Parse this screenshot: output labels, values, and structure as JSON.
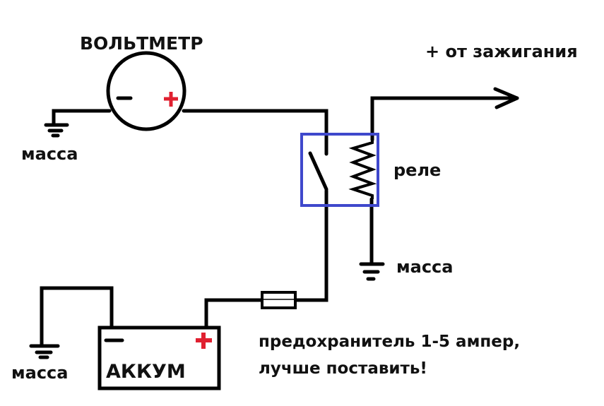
{
  "diagram": {
    "type": "circuit-schematic",
    "colors": {
      "wire": "#000000",
      "relay_box": "#3f48cc",
      "plus_sign": "#e02030"
    },
    "labels": {
      "voltmeter_title": "ВОЛЬТМЕТР",
      "voltmeter_minus": "−",
      "voltmeter_plus": "+",
      "ignition": "+ от зажигания",
      "relay": "реле",
      "ground_top_left": "масса",
      "ground_relay": "масса",
      "ground_bottom_left": "масса",
      "battery": "АККУМ",
      "battery_minus": "−",
      "battery_plus": "+",
      "fuse_note_line1": "предохранитель 1-5 ампер,",
      "fuse_note_line2": "лучше поставить!"
    },
    "components": [
      {
        "id": "voltmeter",
        "kind": "voltmeter",
        "label": "ВОЛЬТМЕТР"
      },
      {
        "id": "relay",
        "kind": "relay",
        "label": "реле"
      },
      {
        "id": "battery",
        "kind": "battery",
        "label": "АККУМ"
      },
      {
        "id": "fuse",
        "kind": "fuse",
        "rating": "1-5 ампер"
      },
      {
        "id": "ground-1",
        "kind": "ground",
        "label": "масса"
      },
      {
        "id": "ground-2",
        "kind": "ground",
        "label": "масса"
      },
      {
        "id": "ground-3",
        "kind": "ground",
        "label": "масса"
      },
      {
        "id": "ignition",
        "kind": "input-arrow",
        "label": "+ от зажигания"
      }
    ],
    "connections": [
      [
        "ground-1",
        "voltmeter.minus"
      ],
      [
        "voltmeter.plus",
        "relay.switch.top"
      ],
      [
        "relay.switch.bottom",
        "fuse"
      ],
      [
        "fuse",
        "battery.plus"
      ],
      [
        "battery.minus",
        "ground-3"
      ],
      [
        "ignition",
        "relay.coil.top"
      ],
      [
        "relay.coil.bottom",
        "ground-2"
      ]
    ]
  }
}
